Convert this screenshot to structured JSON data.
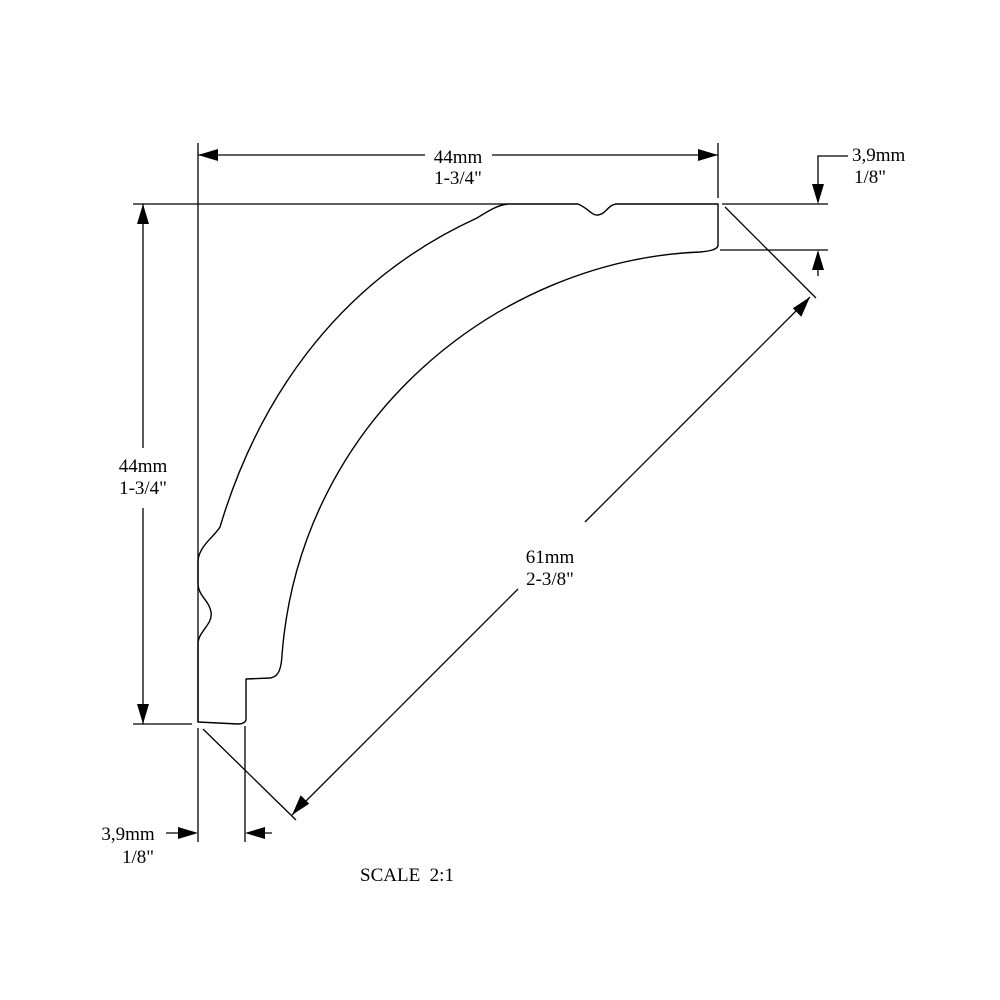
{
  "dimensions": {
    "top_width": {
      "metric": "44mm",
      "imperial": "1-3/4\""
    },
    "left_height": {
      "metric": "44mm",
      "imperial": "1-3/4\""
    },
    "diagonal": {
      "metric": "61mm",
      "imperial": "2-3/8\""
    },
    "right_thickness": {
      "metric": "3,9mm",
      "imperial": "1/8\""
    },
    "bottom_thickness": {
      "metric": "3,9mm",
      "imperial": "1/8\""
    }
  },
  "scale_label": "SCALE  2:1"
}
